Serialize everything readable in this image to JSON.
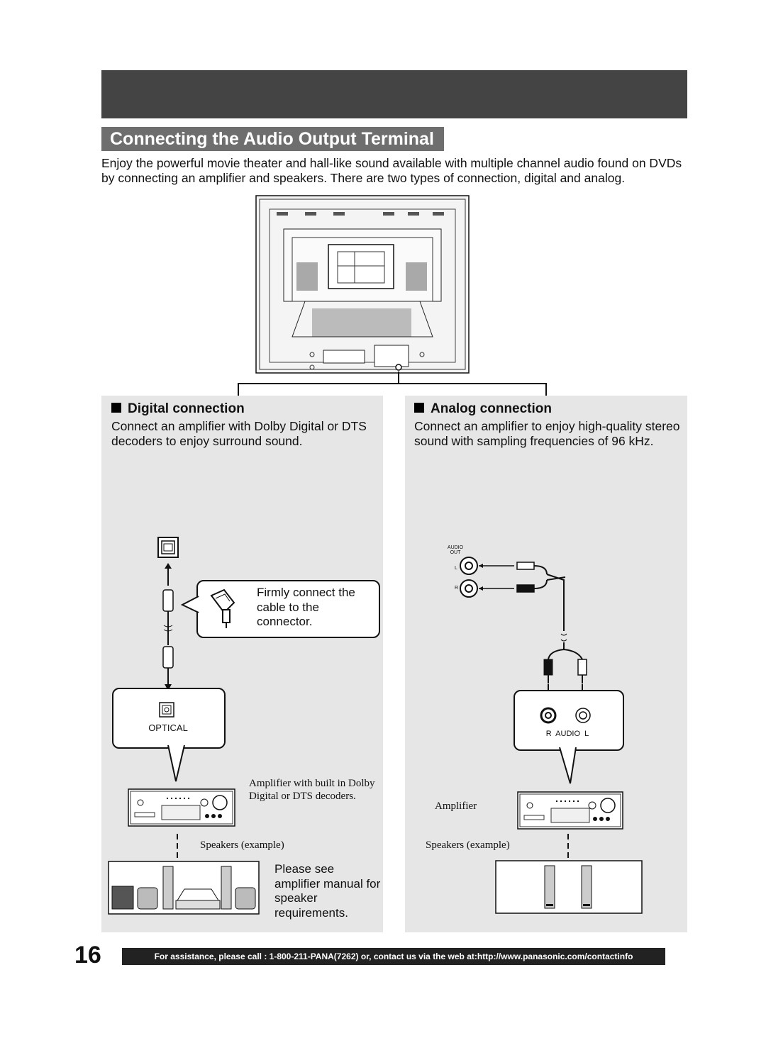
{
  "section_title": "Connecting the Audio Output Terminal",
  "intro": "Enjoy the powerful movie theater and hall-like sound available with multiple channel audio found on DVDs by connecting an amplifier and speakers. There are two types of connection, digital and analog.",
  "digital": {
    "heading": "Digital connection",
    "body": "Connect an amplifier with Dolby Digital or DTS decoders to enjoy surround sound.",
    "tip": "Firmly connect the cable to the connector.",
    "port_label": "OPTICAL",
    "amp_caption": "Amplifier with built in Dolby Digital or DTS decoders.",
    "speakers_caption": "Speakers (example)",
    "speaker_note": "Please see amplifier manual for speaker requirements."
  },
  "analog": {
    "heading": "Analog connection",
    "body": "Connect an amplifier to enjoy high-quality stereo sound with sampling frequencies of 96 kHz.",
    "tv_jack_title_1": "AUDIO",
    "tv_jack_title_2": "OUT",
    "tv_jack_l": "L",
    "tv_jack_r": "R",
    "port_label": "R  AUDIO  L",
    "amp_caption": "Amplifier",
    "speakers_caption": "Speakers (example)"
  },
  "page_number": "16",
  "footer": "For assistance, please call : 1-800-211-PANA(7262) or, contact us via the web at:http://www.panasonic.com/contactinfo"
}
